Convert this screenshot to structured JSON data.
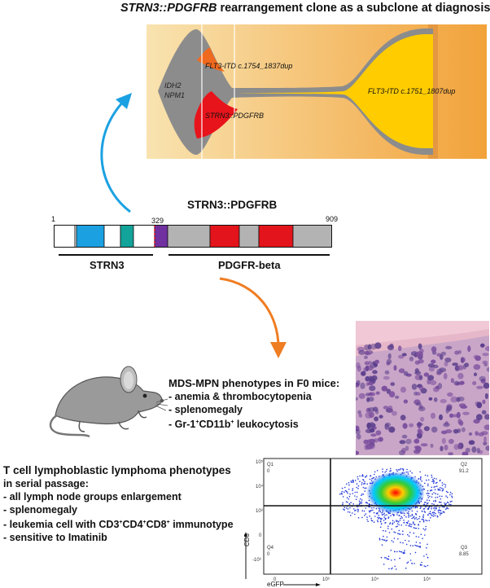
{
  "clonal_evolution": {
    "title_gene": "STRN3::PDGFRB",
    "title_rest": " rearrangement clone as a subclone at diagnosis",
    "labels": {
      "founder": [
        "IDH2",
        "NPM1"
      ],
      "subclone_1": "FLT3-ITD c.1754_1837dup",
      "subclone_2": "STRN3::PDGFRB",
      "expanded_clone": "FLT3-ITD c.1751_1807dup"
    },
    "colors": {
      "background_start": "#f8e3b0",
      "background_end": "#f2a23a",
      "founder": "#8c8c8c",
      "flt3_itd_1": "#ef6a1e",
      "strn3_pdgfrb": "#e8141b",
      "flt3_itd_2": "#ffcc00"
    }
  },
  "fusion_protein": {
    "title": "STRN3::PDGFRB",
    "positions": [
      "1",
      "329",
      "909"
    ],
    "domains": [
      {
        "color": "#ffffff"
      },
      {
        "color": "#ffffff"
      },
      {
        "color": "#1ba1e2"
      },
      {
        "color": "#ffffff"
      },
      {
        "color": "#12a39a"
      },
      {
        "color": "#ffffff"
      },
      {
        "color": "#7030a0"
      },
      {
        "color": "#b3b3b3"
      },
      {
        "color": "#e3141b"
      },
      {
        "color": "#b3b3b3"
      },
      {
        "color": "#e3141b"
      },
      {
        "color": "#b3b3b3"
      }
    ],
    "segment_labels": {
      "left": "STRN3",
      "right": "PDGFR-beta"
    }
  },
  "mds_mpn": {
    "title": "MDS-MPN phenotypes in F0 mice:",
    "items": [
      "- anemia & thrombocytopenia",
      "- splenomegaly",
      "- leukocytosis"
    ],
    "gr1_prefix": "- Gr-1",
    "cd11b": "CD11b",
    "plus": "+"
  },
  "tcell": {
    "head_line_1": "T cell lymphoblastic lymphoma phenotypes",
    "head_line_2": "in serial passage:",
    "items": [
      "- all lymph node groups enlargement",
      "- splenomegaly",
      "- sensitive to Imatinib"
    ],
    "immuno_prefix": "- leukemia cell with CD3",
    "cd4": "CD4",
    "cd8": "CD8",
    "immuno_suffix": " immunotype",
    "plus": "+"
  },
  "flow_plot": {
    "x_label": "eGFP",
    "y_label": "CD3",
    "quadrants": {
      "q1": {
        "name": "Q1",
        "value": "0"
      },
      "q2": {
        "name": "Q2",
        "value": "91.2"
      },
      "q3": {
        "name": "Q3",
        "value": "8.85"
      },
      "q4": {
        "name": "Q4",
        "value": "0"
      }
    },
    "x_ticks": [
      "0",
      "10³",
      "10⁴",
      "10⁵"
    ],
    "y_ticks": [
      "10⁵",
      "10⁴",
      "10³",
      "0",
      "-10³"
    ]
  },
  "arrows": {
    "up_color": "#1ba1e2",
    "down_color": "#ef7d22"
  }
}
